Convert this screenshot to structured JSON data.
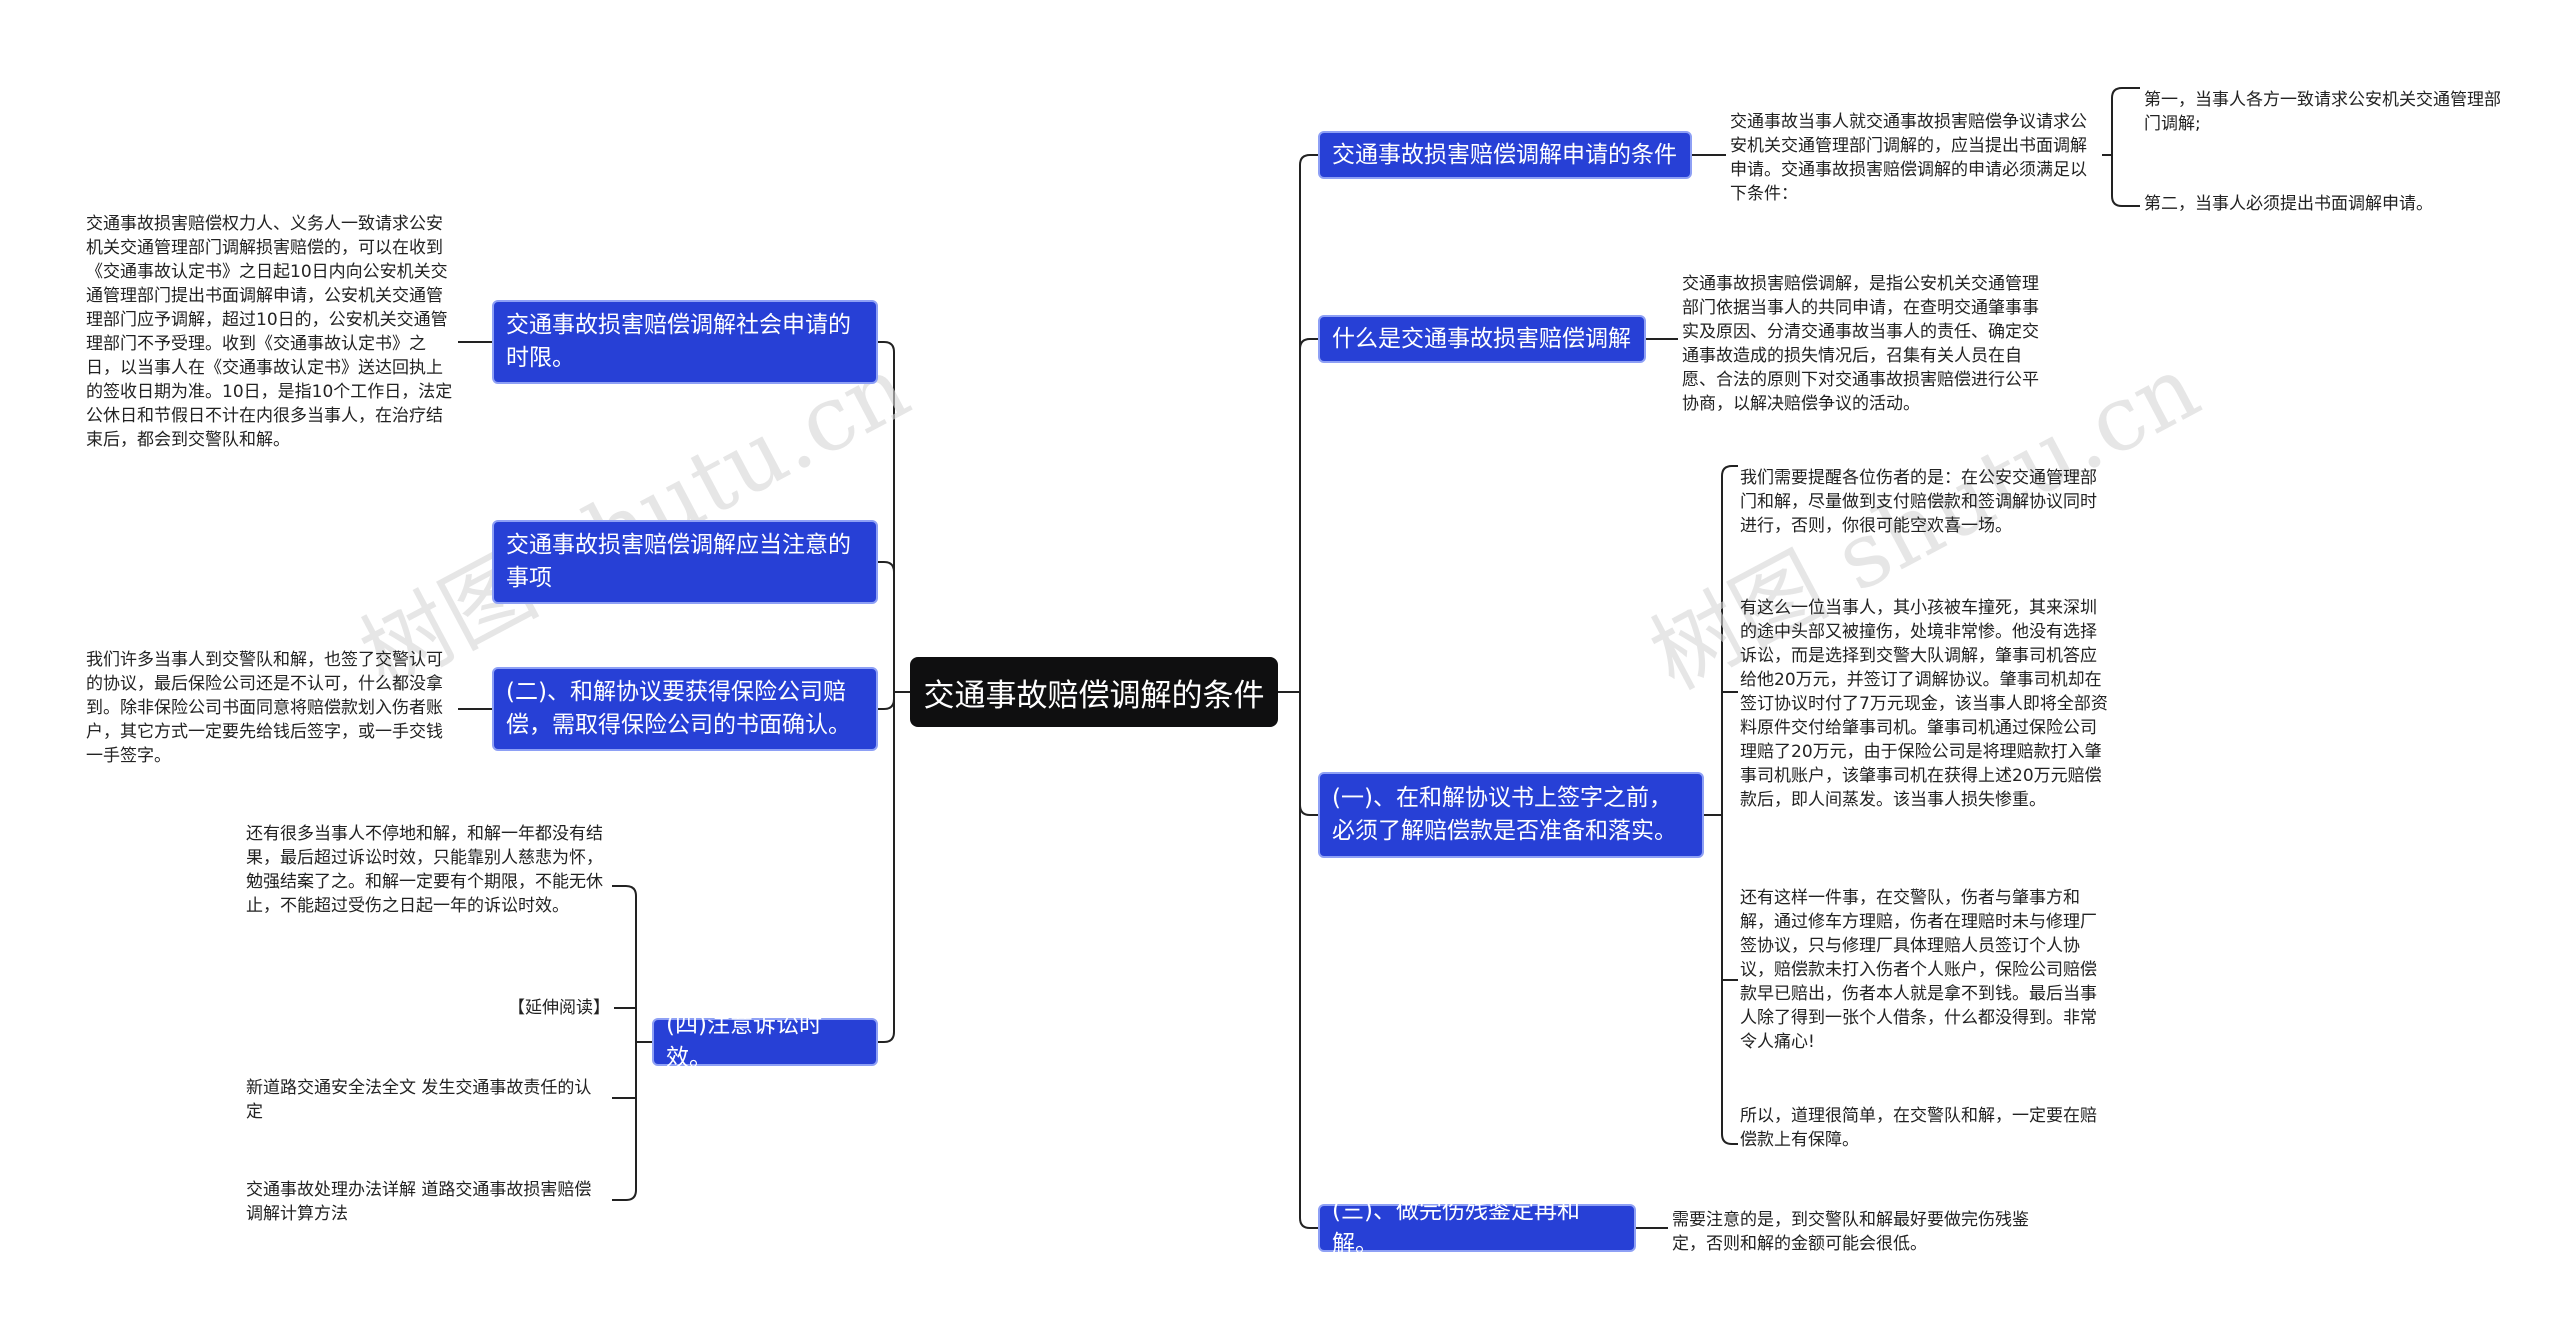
{
  "root": "交通事故赔偿调解的条件",
  "watermark": "树图 shutu.cn",
  "right": [
    {
      "title": "交通事故损害赔偿调解申请的条件",
      "details": [
        "交通事故当事人就交通事故损害赔偿争议请求公安机关交通管理部门调解的，应当提出书面调解申请。交通事故损害赔偿调解的申请必须满足以下条件："
      ],
      "sub": [
        "第一，当事人各方一致请求公安机关交通管理部门调解;",
        "第二，当事人必须提出书面调解申请。"
      ]
    },
    {
      "title": "什么是交通事故损害赔偿调解",
      "details": [
        "交通事故损害赔偿调解，是指公安机关交通管理部门依据当事人的共同申请，在查明交通肇事事实及原因、分清交通事故当事人的责任、确定交通事故造成的损失情况后，召集有关人员在自愿、合法的原则下对交通事故损害赔偿进行公平协商，以解决赔偿争议的活动。"
      ]
    },
    {
      "title": "(一)、在和解协议书上签字之前，必须了解赔偿款是否准备和落实。",
      "details": [
        "我们需要提醒各位伤者的是：在公安交通管理部门和解，尽量做到支付赔偿款和签调解协议同时进行，否则，你很可能空欢喜一场。",
        "有这么一位当事人，其小孩被车撞死，其来深圳的途中头部又被撞伤，处境非常惨。他没有选择诉讼，而是选择到交警大队调解，肇事司机答应给他20万元，并签订了调解协议。肇事司机却在签订协议时付了7万元现金，该当事人即将全部资料原件交付给肇事司机。肇事司机通过保险公司理赔了20万元，由于保险公司是将理赔款打入肇事司机账户，该肇事司机在获得上述20万元赔偿款后，即人间蒸发。该当事人损失惨重。",
        "还有这样一件事，在交警队，伤者与肇事方和解，通过修车方理赔，伤者在理赔时未与修理厂签协议，只与修理厂具体理赔人员签订个人协议，赔偿款未打入伤者个人账户，保险公司赔偿款早已赔出，伤者本人就是拿不到钱。最后当事人除了得到一张个人借条，什么都没得到。非常令人痛心!",
        "所以，道理很简单，在交警队和解，一定要在赔偿款上有保障。"
      ]
    },
    {
      "title": "(三)、做完伤残鉴定再和解。",
      "details": [
        "需要注意的是，到交警队和解最好要做完伤残鉴定，否则和解的金额可能会很低。"
      ]
    }
  ],
  "left": [
    {
      "title": "交通事故损害赔偿调解社会申请的时限。",
      "details": [
        "交通事故损害赔偿权力人、义务人一致请求公安机关交通管理部门调解损害赔偿的，可以在收到《交通事故认定书》之日起10日内向公安机关交通管理部门提出书面调解申请，公安机关交通管理部门应予调解，超过10日的，公安机关交通管理部门不予受理。收到《交通事故认定书》之日，以当事人在《交通事故认定书》送达回执上的签收日期为准。10日，是指10个工作日，法定公休日和节假日不计在内很多当事人，在治疗结束后，都会到交警队和解。"
      ]
    },
    {
      "title": "交通事故损害赔偿调解应当注意的事项",
      "details": []
    },
    {
      "title": "(二)、和解协议要获得保险公司赔偿，需取得保险公司的书面确认。",
      "details": [
        "我们许多当事人到交警队和解，也签了交警认可的协议，最后保险公司还是不认可，什么都没拿到。除非保险公司书面同意将赔偿款划入伤者账户，其它方式一定要先给钱后签字，或一手交钱一手签字。"
      ]
    },
    {
      "title": "(四)注意诉讼时效。",
      "details": [
        "还有很多当事人不停地和解，和解一年都没有结果，最后超过诉讼时效，只能靠别人慈悲为怀，勉强结案了之。和解一定要有个期限，不能无休止，不能超过受伤之日起一年的诉讼时效。",
        "【延伸阅读】",
        "新道路交通安全法全文    发生交通事故责任的认定",
        "交通事故处理办法详解    道路交通事故损害赔偿调解计算方法"
      ]
    }
  ],
  "colors": {
    "root_bg": "#0f0f10",
    "topic_bg": "#2740d6",
    "topic_border": "#8ea0f5",
    "line": "#222222"
  }
}
